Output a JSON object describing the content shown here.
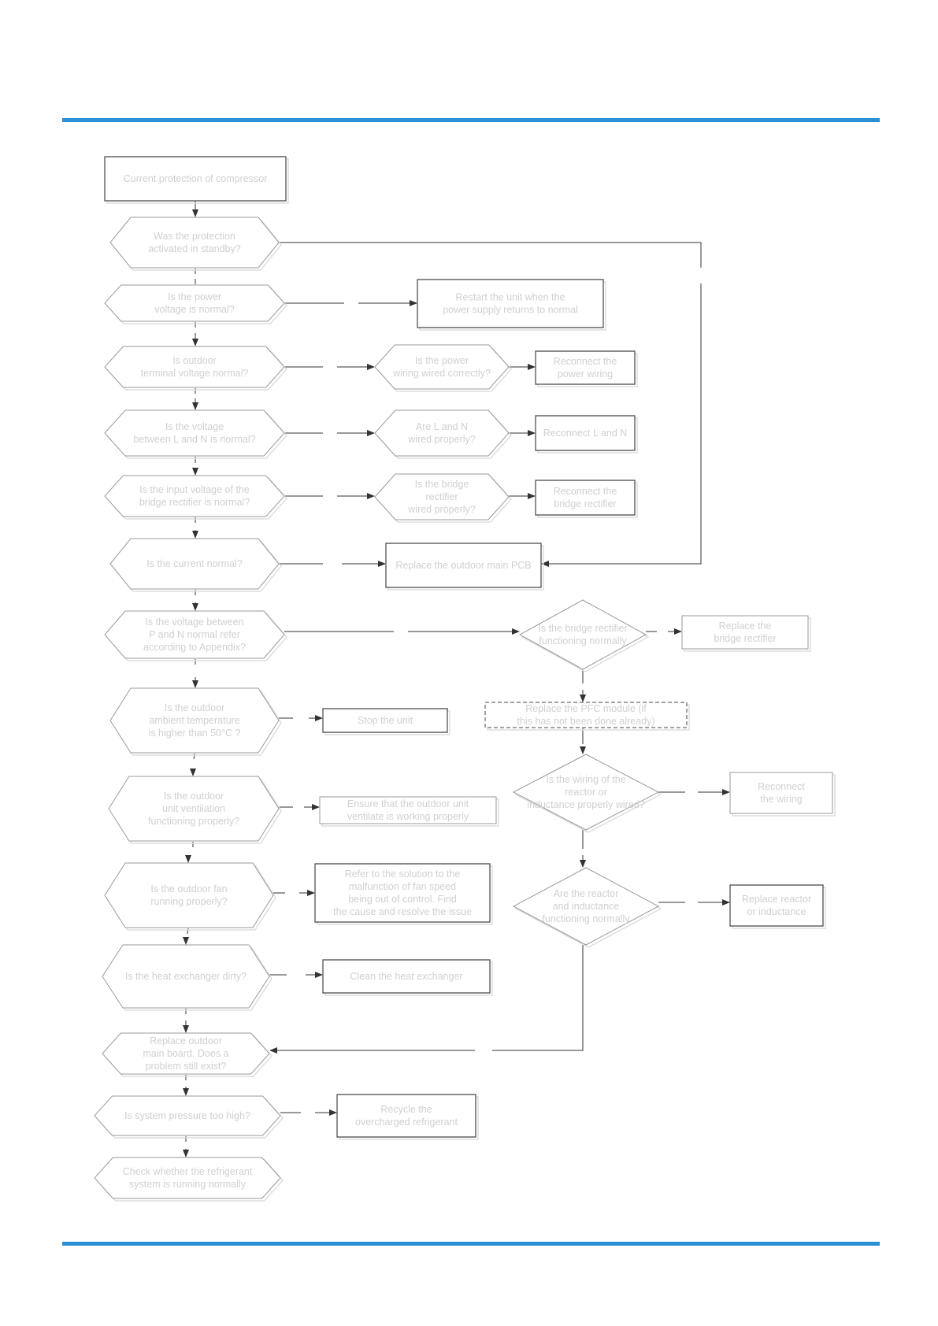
{
  "colors": {
    "rule": "#2b8fd4",
    "shape_stroke": "#9a9a9a",
    "shape_stroke_dark": "#444444",
    "shadow": "#dedede",
    "text": "#d0d0d0",
    "line": "#333333"
  },
  "nodes": {
    "start": "Current protection of compressor",
    "q_standby": "Was the protection activated in standby?",
    "q_power_voltage": "Is the power voltage is normal?",
    "a_restart": "Restart the unit when the power supply returns to normal",
    "q_terminal_voltage": "Is outdoor terminal voltage normal?",
    "q_power_wiring": "Is the power wiring wired correctly?",
    "a_reconnect_power": "Reconnect the power wiring",
    "q_voltage_ln": "Is the voltage between L and N is normal?",
    "q_ln_wired": "Are L and N wired properly?",
    "a_reconnect_ln": "Reconnect L and N",
    "q_bridge_input": "Is the input voltage of the bridge rectifier is normal?",
    "q_bridge_wired": "Is the bridge rectifier wired properly?",
    "a_reconnect_bridge": "Reconnect the bridge rectifier",
    "q_current": "Is the current normal?",
    "a_replace_pcb": "Replace the outdoor main PCB",
    "q_voltage_pn": "Is the voltage between P and N normal refer according to Appendix?",
    "q_bridge_ok": "Is the bridge rectifier functioning normally",
    "a_replace_bridge": "Replace the bridge rectifier",
    "a_replace_pfc": "Replace the PFC module (if this has not been done already)",
    "q_ambient": "Is the outdoor ambient temperature is higher than 50°C ?",
    "a_stop": "Stop the unit",
    "q_reactor_wiring": "Is the wiring of the reactor or inductance properly wired?",
    "a_reconnect_wiring": "Reconnect the wiring",
    "q_ventilation": "Is the outdoor unit ventilation functioning properly?",
    "a_ventilation": "Ensure that the outdoor unit ventilate is working properly",
    "q_fan": "Is the outdoor fan running properly?",
    "a_fan": "Refer to the solution to the malfunction of fan speed being out of control. Find the cause and resolve the issue",
    "q_reactor_ok": "Are the reactor and inductance functioning normally",
    "a_replace_reactor": "Replace reactor or inductance",
    "q_heat_exchanger": "Is the heat exchanger dirty?",
    "a_clean": "Clean the heat exchanger",
    "q_replace_board": "Replace outdoor main board. Does a problem still exist?",
    "q_pressure": "Is system pressure too high?",
    "a_recycle": "Recycle the overcharged refrigerant",
    "end": "Check whether the refrigerant system is running normally"
  }
}
